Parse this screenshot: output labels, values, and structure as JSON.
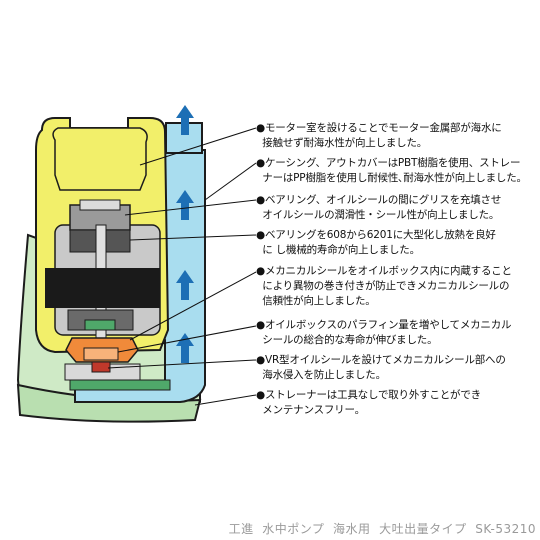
{
  "annotations": [
    {
      "text": "●モーター室を設けることでモーター金属部が海水に\n  接触せず耐海水性が向上しました。"
    },
    {
      "text": "●ケーシング、アウトカバーはPBT樹脂を使用、ストレー\n  ナーはPP樹脂を使用し耐候性､耐海水性が向上しました。"
    },
    {
      "text": "●ベアリング、オイルシールの間にグリスを充填させ\n  オイルシールの潤滑性・シール性が向上しました。"
    },
    {
      "text": "●ベアリングを608から6201に大型化し放熱を良好\n  に し機械的寿命が向上しました。"
    },
    {
      "text": "●メカニカルシールをオイルボックス内に内蔵すること\n  により異物の巻き付きが防止できメカニカルシールの\n  信頼性が向上しました。"
    },
    {
      "text": "●オイルボックスのパラフィン量を増やしてメカニカル\n  シールの総合的な寿命が伸びました。"
    },
    {
      "text": "●VR型オイルシールを設けてメカニカルシール部への\n  海水侵入を防止しました。"
    },
    {
      "text": "●ストレーナーは工具なしで取り外すことができ\n  メンテナンスフリー。"
    }
  ],
  "caption": "工進  水中ポンプ  海水用  大吐出量タイプ  SK-53210",
  "colors": {
    "casing_yellow": "#f2ef6a",
    "strainer_green": "#cfeac6",
    "discharge_blue": "#a9ddef",
    "arrow_blue": "#1d6fb5",
    "motor_black": "#1a1a1a",
    "seal_orange": "#f08a3a",
    "bearing_green": "#4fa86a",
    "gray": "#a8a8a8"
  }
}
